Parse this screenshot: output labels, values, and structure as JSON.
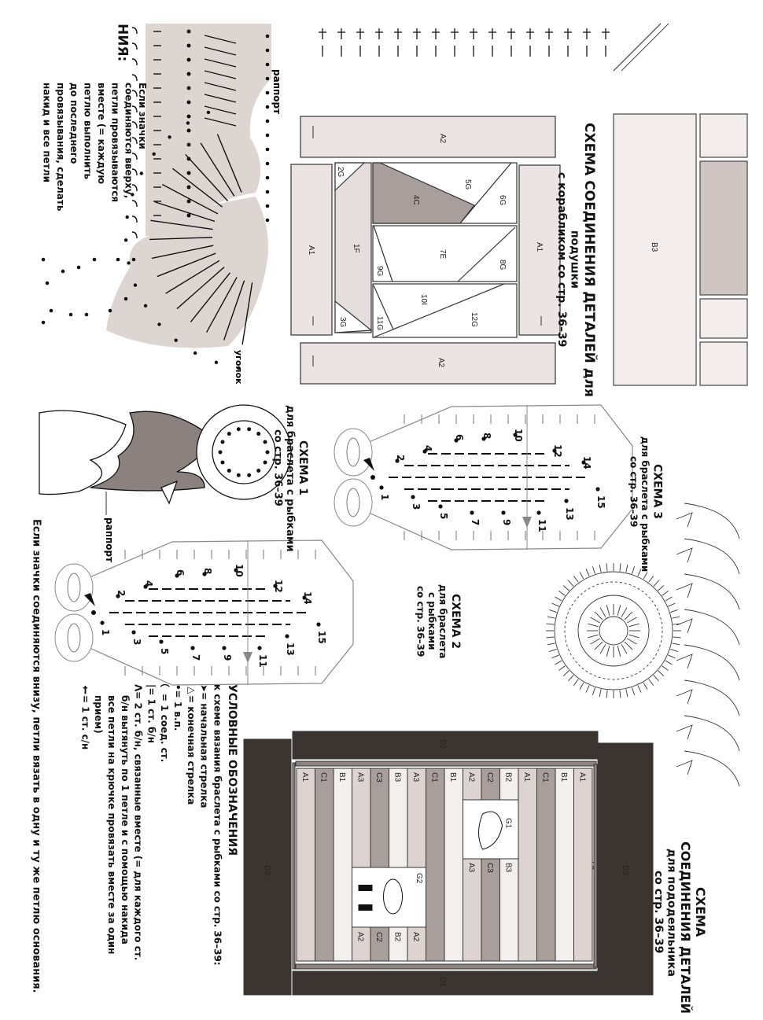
{
  "cushion_scheme": {
    "title": "СХЕМА СОЕДИНЕНИЯ ДЕТАЛЕЙ для",
    "subtitle": "подушки",
    "source": "с корабликом со стр. 36–39",
    "pieces": {
      "a2_top": "A2",
      "a2_bottom": "A2",
      "a1_left": "A1",
      "a1_right": "A1",
      "p1f": "1F",
      "p2g": "2G",
      "p3g": "3G",
      "p4c": "4C",
      "p5g": "5G",
      "p6g": "6G",
      "p7e": "7E",
      "p8g": "8G",
      "p9g": "9G",
      "p10i": "10I",
      "p11g": "11G",
      "p12g": "12G"
    },
    "b3": "B3"
  },
  "duvet_scheme": {
    "title_line1": "СХЕМА",
    "title_line2": "СОЕДИНЕНИЯ ДЕТАЛЕЙ",
    "title_line3": "для пододеяльника",
    "title_line4": "со стр. 36–39",
    "d1": "D1",
    "d2": "D2",
    "d3": "D3",
    "l1": "L1",
    "l2": "L2",
    "g1": "G1",
    "g2": "G2",
    "stripes": [
      "A1",
      "C1",
      "B1",
      "A3",
      "C3",
      "B3",
      "A3",
      "C1",
      "B1",
      "A2",
      "C2",
      "B2",
      "A1",
      "C1",
      "B1",
      "A1"
    ],
    "g1_above": [
      "A2",
      "C2",
      "B2"
    ],
    "g1_below": [
      "A3",
      "C3",
      "B3"
    ],
    "g2_below": [
      "A2",
      "C2",
      "B2",
      "A2"
    ]
  },
  "scheme1": {
    "title": "СХЕМА 1",
    "line2": "для браслета с рыбками",
    "line3": "со стр. 36–39",
    "rapport": "раппорт"
  },
  "scheme2": {
    "title": "СХЕМА 2",
    "line2": "для браслета",
    "line3": "с рыбками",
    "line4": "со стр. 36–39"
  },
  "scheme3": {
    "title": "СХЕМА 3",
    "line2": "для браслета с рыбками",
    "line3": "со стр. 36–39"
  },
  "fish_rows": [
    "1",
    "2",
    "3",
    "4",
    "5",
    "6",
    "7",
    "8",
    "9",
    "10",
    "11",
    "12",
    "13",
    "14",
    "15"
  ],
  "edging": {
    "rapport": "раппорт",
    "corner": "уголок",
    "heading_fragment": "НИЯ:",
    "note": [
      "Если значки",
      "соединяются вверху,",
      "петли провязываются",
      "вместе (= каждую",
      "петлю выполнить",
      "до последнего",
      "провязывания, сделать",
      "накид и все петли"
    ]
  },
  "legend": {
    "title": "УСЛОВНЫЕ ОБОЗНАЧЕНИЯ",
    "subtitle": "к схеме вязания браслета с рыбками со стр. 36–39:",
    "items": [
      {
        "symbol": "➤",
        "text": "= начальная стрелка"
      },
      {
        "symbol": "▷",
        "text": "= конечная стрелка"
      },
      {
        "symbol": "•",
        "text": "= 1 в.п."
      },
      {
        "symbol": "⌒",
        "text": "= 1 соед. ст."
      },
      {
        "symbol": "|",
        "text": "= 1 ст. б/н"
      },
      {
        "symbol": "Λ",
        "text": "= 2 ст. б/н, связанные вместе (= для каждого ст."
      },
      {
        "symbol": "",
        "text": "б/н вытянуть по 1 петле и с помощью накида"
      },
      {
        "symbol": "",
        "text": "все петли на крючке провязать вместе за один"
      },
      {
        "symbol": "",
        "text": "прием)"
      },
      {
        "symbol": "†",
        "text": "= 1 ст. с/н"
      }
    ]
  },
  "footer_note": "Если значки соединяются внизу, петли вязать в одну и ту же петлю основания.",
  "colors": {
    "light_piece": "#ebe4e2",
    "mid_piece": "#cfc6c4",
    "dark_piece": "#3b3431",
    "shade": "#a89e9b"
  }
}
